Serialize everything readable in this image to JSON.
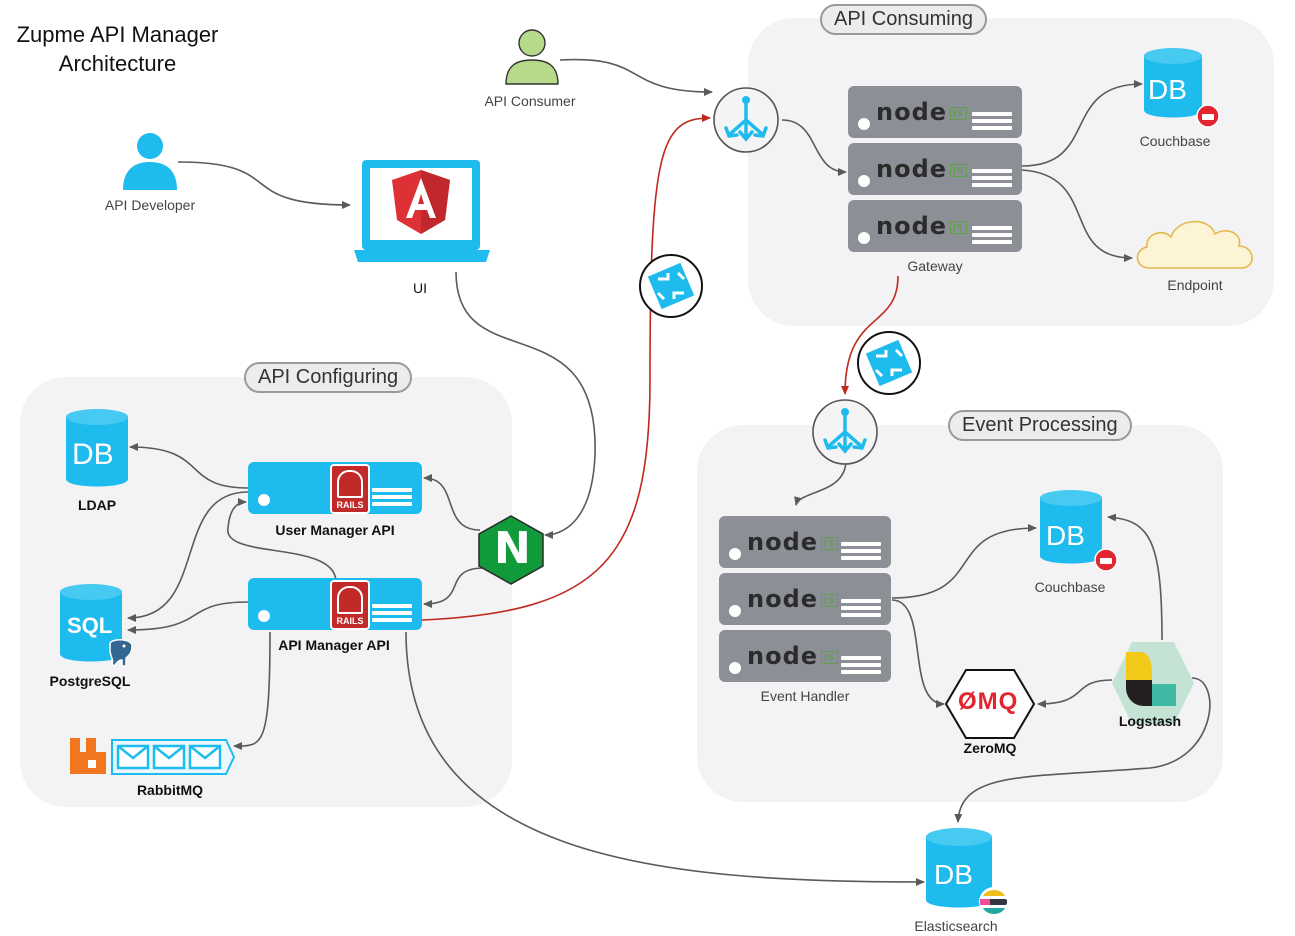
{
  "title": "Zupme API Manager Architecture",
  "groups": {
    "api_consuming": "API Consuming",
    "api_configuring": "API Configuring",
    "event_processing": "Event Processing"
  },
  "actors": {
    "api_consumer": "API Consumer",
    "api_developer": "API Developer"
  },
  "ui": {
    "label": "UI"
  },
  "servers": {
    "gateway": "Gateway",
    "user_manager_api": "User Manager API",
    "api_manager_api": "API Manager API",
    "event_handler": "Event Handler"
  },
  "stores": {
    "couchbase_top": "Couchbase",
    "endpoint": "Endpoint",
    "ldap": "LDAP",
    "postgresql": "PostgreSQL",
    "rabbitmq": "RabbitMQ",
    "couchbase_event": "Couchbase",
    "zeromq": "ZeroMQ",
    "logstash": "Logstash",
    "elasticsearch": "Elasticsearch"
  },
  "icon_text": {
    "db": "DB",
    "sql": "SQL",
    "rails": "RAILS",
    "node": "node",
    "zeromq": "ØMQ",
    "nginx": "N"
  },
  "colors": {
    "accent_blue": "#1ebbee",
    "server_gray": "#8c9096",
    "red_link": "#c0281e",
    "gray_link": "#5a5a5a",
    "group_bg": "#f3f3f5",
    "consumer_green": "#b7d98b",
    "endpoint_cloud": "#fdf4d6",
    "rabbit_orange": "#f0771f",
    "nginx_green": "#119a3a"
  },
  "icons": [
    "person-icon",
    "laptop-icon",
    "angular-icon",
    "load-balancer-icon",
    "router-icon",
    "nodejs-server-icon",
    "rails-server-icon",
    "database-icon",
    "cloud-icon",
    "nginx-icon",
    "postgres-elephant-icon",
    "rabbitmq-icon",
    "zeromq-icon",
    "logstash-icon",
    "elasticsearch-icon",
    "couchbase-badge-icon"
  ]
}
